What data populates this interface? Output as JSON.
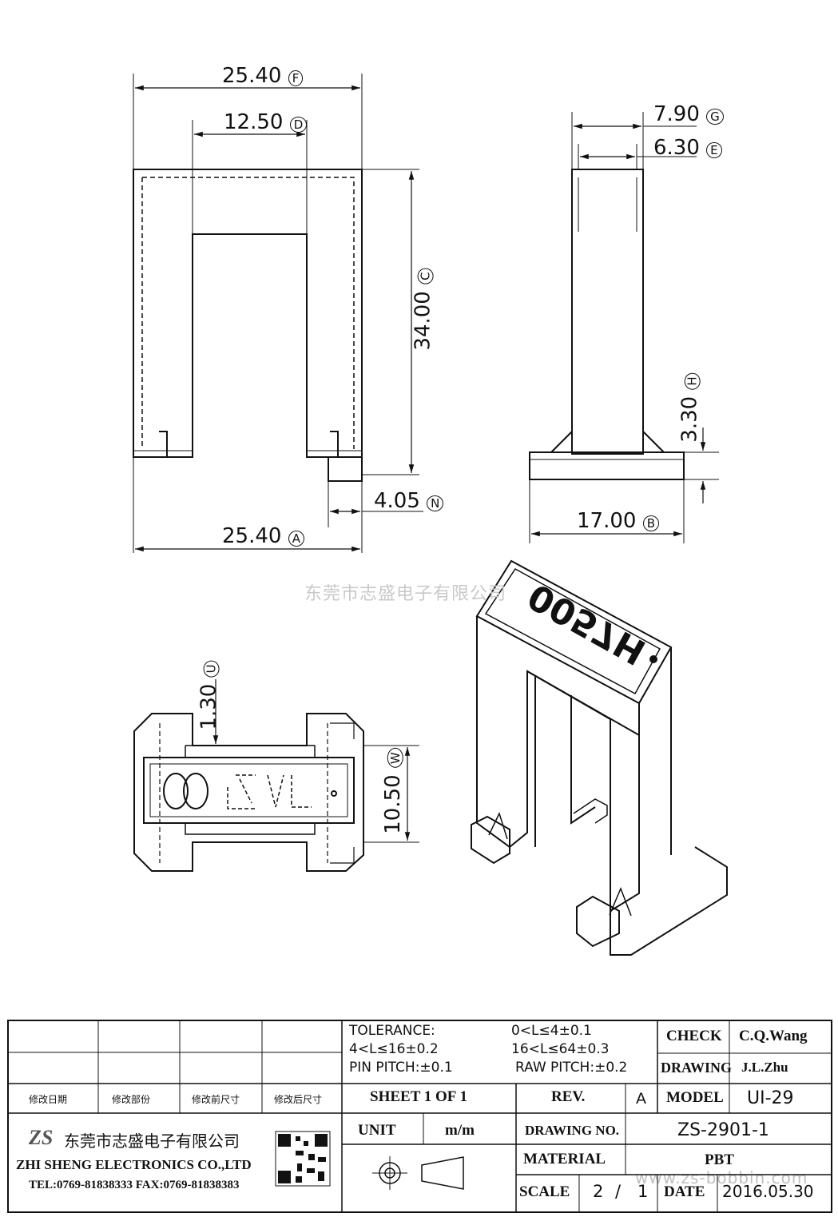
{
  "dimensions": {
    "front_top_width": {
      "value": "25.40",
      "tag": "F"
    },
    "front_inner_width": {
      "value": "12.50",
      "tag": "D"
    },
    "front_height": {
      "value": "34.00",
      "tag": "C"
    },
    "front_pin_offset": {
      "value": "4.05",
      "tag": "N"
    },
    "front_bottom_width": {
      "value": "25.40",
      "tag": "A"
    },
    "side_outer_width": {
      "value": "7.90",
      "tag": "G"
    },
    "side_inner_width": {
      "value": "6.30",
      "tag": "E"
    },
    "side_base_height": {
      "value": "3.30",
      "tag": "H"
    },
    "side_base_width": {
      "value": "17.00",
      "tag": "B"
    },
    "bottom_step": {
      "value": "1.30",
      "tag": "U"
    },
    "bottom_width": {
      "value": "10.50",
      "tag": "W"
    }
  },
  "part_marking": "0057H",
  "watermark": "东莞市志盛电子有限公司",
  "watermark_url": "www.zs-bobbin.com",
  "title_block": {
    "tolerance_label": "TOLERANCE:",
    "tol_1": "0<L≤4±0.1",
    "tol_2": "4<L≤16±0.2",
    "tol_3": "16<L≤64±0.3",
    "pin_pitch": "PIN PITCH:±0.1",
    "raw_pitch": "RAW PITCH:±0.2",
    "rev_headers": [
      "修改日期",
      "修改部份",
      "修改前尺寸",
      "修改后尺寸"
    ],
    "sheet": "SHEET 1 OF 1",
    "rev_label": "REV.",
    "rev_value": "A",
    "check_label": "CHECK",
    "check_value": "C.Q.Wang",
    "drawing_label": "DRAWING",
    "drawing_value": "J.L.Zhu",
    "model_label": "MODEL",
    "model_value": "UI-29",
    "unit_label": "UNIT",
    "unit_value": "m/m",
    "drawing_no_label": "DRAWING NO.",
    "drawing_no_value": "ZS-2901-1",
    "material_label": "MATERIAL",
    "material_value": "PBT",
    "scale_label": "SCALE",
    "scale_num": "2",
    "scale_sep": "/",
    "scale_den": "1",
    "date_label": "DATE",
    "date_value": "2016.05.30",
    "company_logo": "ZS",
    "company_cn": "东莞市志盛电子有限公司",
    "company_en": "ZHI SHENG ELECTRONICS CO.,LTD",
    "company_contact": "TEL:0769-81838333 FAX:0769-81838383"
  }
}
